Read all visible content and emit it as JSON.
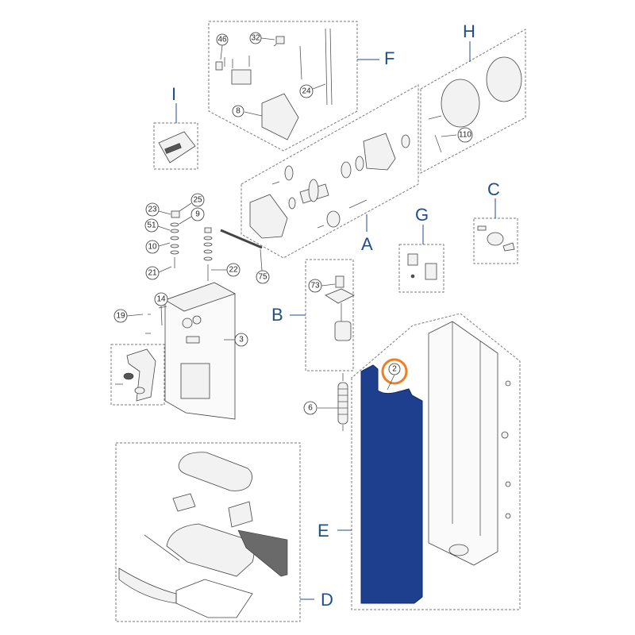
{
  "groups": {
    "A": "A",
    "B": "B",
    "C": "C",
    "D": "D",
    "E": "E",
    "F": "F",
    "G": "G",
    "H": "H",
    "I": "I"
  },
  "callouts": {
    "c46": "46",
    "c32": "32",
    "c24": "24",
    "c8": "8",
    "c110": "110",
    "c23": "23",
    "c25": "25",
    "c9": "9",
    "c51": "51",
    "c10": "10",
    "c21": "21",
    "c22": "22",
    "c75": "75",
    "c73": "73",
    "c14": "14",
    "c19": "19",
    "c3": "3",
    "c6": "6",
    "c2": "2"
  },
  "colors": {
    "panel_blue": "#1e3f8e",
    "highlight_orange": "#ee7f22",
    "letter_blue": "#1f4e8c"
  }
}
